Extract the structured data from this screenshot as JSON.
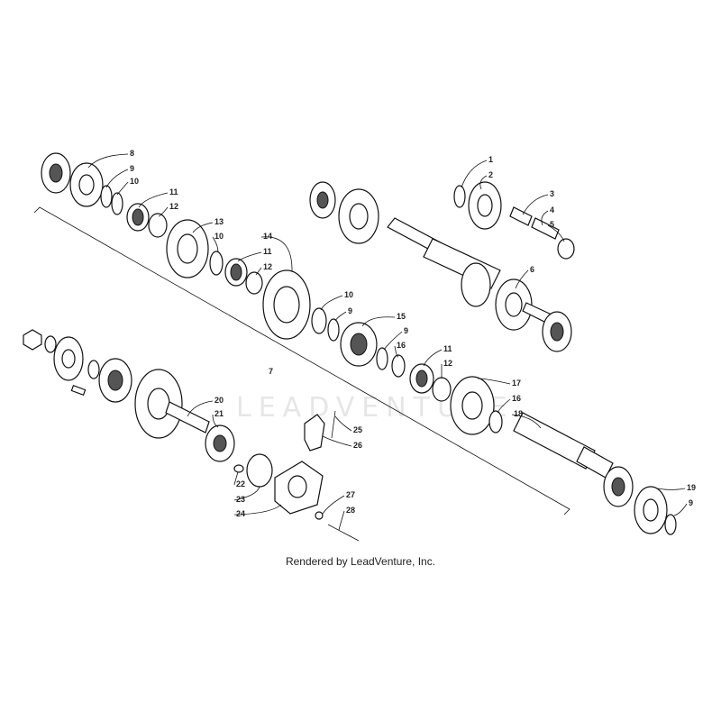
{
  "credit": "Rendered by LeadVenture, Inc.",
  "watermark": "LEADVENTURE",
  "callouts": [
    {
      "id": "c1",
      "text": "1"
    },
    {
      "id": "c2",
      "text": "2"
    },
    {
      "id": "c3",
      "text": "3"
    },
    {
      "id": "c4",
      "text": "4"
    },
    {
      "id": "c5",
      "text": "5"
    },
    {
      "id": "c6",
      "text": "6"
    },
    {
      "id": "c7",
      "text": "7"
    },
    {
      "id": "c8",
      "text": "8"
    },
    {
      "id": "c9a",
      "text": "9"
    },
    {
      "id": "c10a",
      "text": "10"
    },
    {
      "id": "c11a",
      "text": "11"
    },
    {
      "id": "c12a",
      "text": "12"
    },
    {
      "id": "c13",
      "text": "13"
    },
    {
      "id": "c10b",
      "text": "10"
    },
    {
      "id": "c11b",
      "text": "11"
    },
    {
      "id": "c12b",
      "text": "12"
    },
    {
      "id": "c14",
      "text": "14"
    },
    {
      "id": "c10c",
      "text": "10"
    },
    {
      "id": "c9b",
      "text": "9"
    },
    {
      "id": "c15",
      "text": "15"
    },
    {
      "id": "c9c",
      "text": "9"
    },
    {
      "id": "c16a",
      "text": "16"
    },
    {
      "id": "c11c",
      "text": "11"
    },
    {
      "id": "c12c",
      "text": "12"
    },
    {
      "id": "c17",
      "text": "17"
    },
    {
      "id": "c16b",
      "text": "16"
    },
    {
      "id": "c18",
      "text": "18"
    },
    {
      "id": "c19",
      "text": "19"
    },
    {
      "id": "c9d",
      "text": "9"
    },
    {
      "id": "c20",
      "text": "20"
    },
    {
      "id": "c21",
      "text": "21"
    },
    {
      "id": "c22",
      "text": "22"
    },
    {
      "id": "c23",
      "text": "23"
    },
    {
      "id": "c24",
      "text": "24"
    },
    {
      "id": "c25",
      "text": "25"
    },
    {
      "id": "c26",
      "text": "26"
    },
    {
      "id": "c27",
      "text": "27"
    },
    {
      "id": "c28",
      "text": "28"
    }
  ]
}
